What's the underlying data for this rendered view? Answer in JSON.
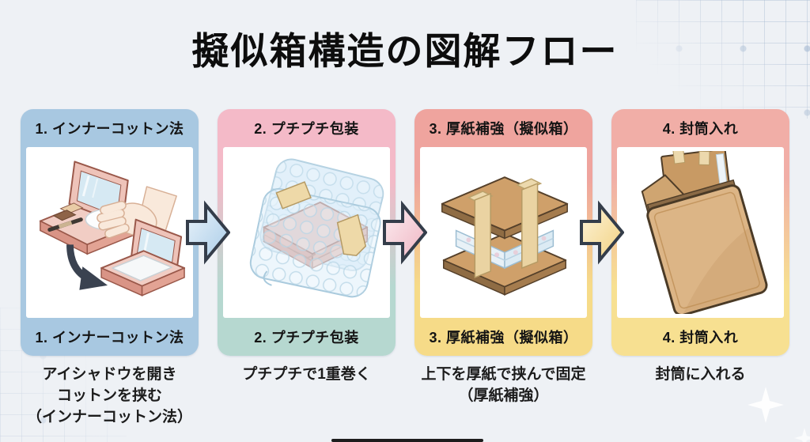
{
  "page": {
    "title": "擬似箱構造の図解フロー",
    "background_color": "#eef1f5"
  },
  "steps": [
    {
      "number": 1,
      "header": "1. インナーコットン法",
      "footer": "1. インナーコットン法",
      "description_lines": [
        "アイシャドウを開き",
        "コットンを挟む",
        "（インナーコットン法）"
      ],
      "illustration": "open-eyeshadow-palette-hand-placing-cotton",
      "colors": {
        "top": "#a8c8e1",
        "bottom": "#a8c8e1"
      }
    },
    {
      "number": 2,
      "header": "2. プチプチ包装",
      "footer": "2. プチプチ包装",
      "description_lines": [
        "プチプチで1重巻く"
      ],
      "illustration": "compact-wrapped-in-bubble-wrap-with-tape",
      "colors": {
        "top": "#f4bac8",
        "bottom": "#b6d8d0"
      }
    },
    {
      "number": 3,
      "header": "3. 厚紙補強（擬似箱）",
      "footer": "3. 厚紙補強（擬似箱）",
      "description_lines": [
        "上下を厚紙で挟んで固定",
        "（厚紙補強）"
      ],
      "illustration": "cardboard-sandwich-secured-with-tape-straps",
      "colors": {
        "top": "#efa49e",
        "bottom": "#f6db88"
      }
    },
    {
      "number": 4,
      "header": "4. 封筒入れ",
      "footer": "4. 封筒入れ",
      "description_lines": [
        "封筒に入れる"
      ],
      "illustration": "package-inserted-into-kraft-envelope",
      "colors": {
        "top": "#f1aea7",
        "bottom": "#f7e091"
      }
    }
  ],
  "arrows": [
    {
      "name": "arrow-step1-to-step2",
      "direction": "right",
      "fill_from": "#eaf3fa",
      "fill_to": "#a9cce8",
      "outline": "#343d4a"
    },
    {
      "name": "arrow-step2-to-step3",
      "direction": "right",
      "fill_from": "#fceef1",
      "fill_to": "#efb4c2",
      "outline": "#343d4a"
    },
    {
      "name": "arrow-step3-to-step4",
      "direction": "right",
      "fill_from": "#fdf4da",
      "fill_to": "#f2d17f",
      "outline": "#343d4a"
    }
  ],
  "decorations": {
    "top_right": "grid-pattern",
    "bottom_left": "grid-pattern",
    "bottom_right": "four-point-sparkle",
    "bottom_center": "dark-line"
  }
}
